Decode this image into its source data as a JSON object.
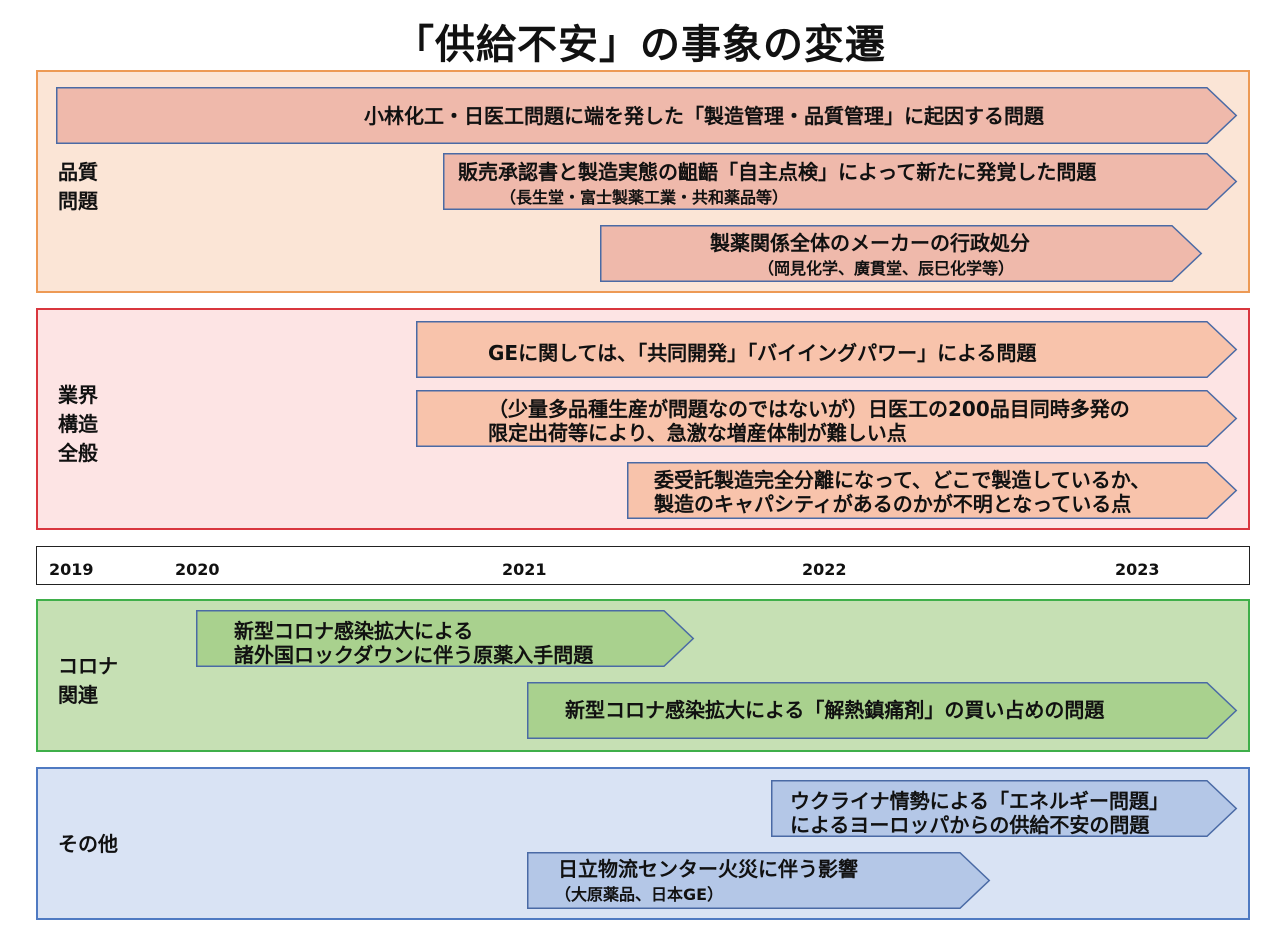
{
  "title": "「供給不安」の事象の変遷",
  "categories": {
    "quality": "品質\n問題",
    "industry": "業界\n構造\n全般",
    "corona": "コロナ\n関連",
    "other": "その他"
  },
  "years": [
    "2019",
    "2020",
    "2021",
    "2022",
    "2023"
  ],
  "events": {
    "kobayashi": {
      "line1": "小林化工・日医工問題に端を発した「製造管理・品質管理」に起因する問題"
    },
    "approval": {
      "line1": "販売承認書と製造実態の齟齬「自主点検」によって新たに発覚した問題",
      "line2": "（長生堂・富士製薬工業・共和薬品等）"
    },
    "admin": {
      "line1": "製薬関係全体のメーカーの行政処分",
      "line2": "（岡見化学、廣貫堂、辰巳化学等）"
    },
    "ge": {
      "line1": "GEに関しては、「共同開発」「バイイングパワー」による問題"
    },
    "nichiiko": {
      "line1": "（少量多品種生産が問題なのではないが）日医工の200品目同時多発の",
      "line2": "限定出荷等により、急激な増産体制が難しい点"
    },
    "outsourcing": {
      "line1": "委受託製造完全分離になって、どこで製造しているか、",
      "line2": "製造のキャパシティがあるのかが不明となっている点"
    },
    "lockdown": {
      "line1": "新型コロナ感染拡大による",
      "line2": "諸外国ロックダウンに伴う原薬入手問題"
    },
    "antipyretic": {
      "line1": "新型コロナ感染拡大による「解熱鎮痛剤」の買い占めの問題"
    },
    "ukraine": {
      "line1": "ウクライナ情勢による「エネルギー問題」",
      "line2": "によるヨーロッパからの供給不安の問題"
    },
    "hitachi": {
      "line1": "日立物流センター火災に伴う影響",
      "line2": "（大原薬品、日本GE）"
    }
  },
  "colors": {
    "quality_arrow": "#efb9ab",
    "industry_arrow": "#f8c3ab",
    "corona_arrow": "#a9d18e",
    "other_arrow": "#b4c7e7",
    "arrow_border": "#4a6aa5"
  }
}
